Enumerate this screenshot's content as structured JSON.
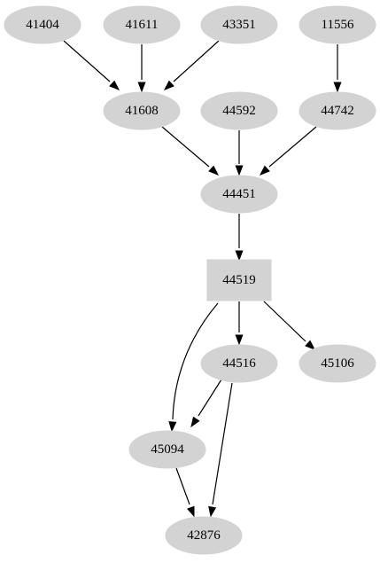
{
  "graph": {
    "nodes": [
      {
        "id": "41404",
        "label": "41404",
        "shape": "ellipse"
      },
      {
        "id": "41611",
        "label": "41611",
        "shape": "ellipse"
      },
      {
        "id": "43351",
        "label": "43351",
        "shape": "ellipse"
      },
      {
        "id": "11556",
        "label": "11556",
        "shape": "ellipse"
      },
      {
        "id": "41608",
        "label": "41608",
        "shape": "ellipse"
      },
      {
        "id": "44592",
        "label": "44592",
        "shape": "ellipse"
      },
      {
        "id": "44742",
        "label": "44742",
        "shape": "ellipse"
      },
      {
        "id": "44451",
        "label": "44451",
        "shape": "ellipse"
      },
      {
        "id": "44519",
        "label": "44519",
        "shape": "box"
      },
      {
        "id": "44516",
        "label": "44516",
        "shape": "ellipse"
      },
      {
        "id": "45106",
        "label": "45106",
        "shape": "ellipse"
      },
      {
        "id": "45094",
        "label": "45094",
        "shape": "ellipse"
      },
      {
        "id": "42876",
        "label": "42876",
        "shape": "ellipse"
      }
    ],
    "edges": [
      {
        "from": "41404",
        "to": "41608"
      },
      {
        "from": "41611",
        "to": "41608"
      },
      {
        "from": "43351",
        "to": "41608"
      },
      {
        "from": "11556",
        "to": "44742"
      },
      {
        "from": "41608",
        "to": "44451"
      },
      {
        "from": "44592",
        "to": "44451"
      },
      {
        "from": "44742",
        "to": "44451"
      },
      {
        "from": "44451",
        "to": "44519"
      },
      {
        "from": "44519",
        "to": "44516"
      },
      {
        "from": "44519",
        "to": "45106"
      },
      {
        "from": "44519",
        "to": "45094"
      },
      {
        "from": "44516",
        "to": "45094"
      },
      {
        "from": "44516",
        "to": "42876"
      },
      {
        "from": "45094",
        "to": "42876"
      }
    ],
    "colors": {
      "node_fill": "#d3d3d3",
      "edge": "#000000",
      "label": "#000000"
    }
  }
}
